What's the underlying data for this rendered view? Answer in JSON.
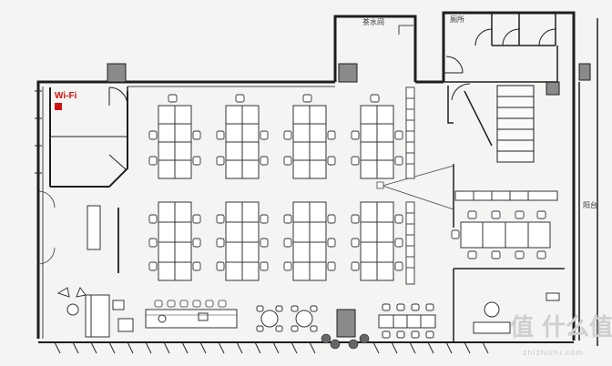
{
  "labels": {
    "tea_room": "茶水间",
    "restroom": "厕所",
    "balcony": "阳台",
    "wifi": "Wi-Fi"
  },
  "watermark": {
    "main": "值 什么值得买",
    "sub": "zhizhizhi.com"
  },
  "colors": {
    "wall": "#1e1e1e",
    "line": "#444444",
    "wifi": "#d01010",
    "desk_fill": "#ffffff",
    "pillar": "#8a8a8a"
  }
}
